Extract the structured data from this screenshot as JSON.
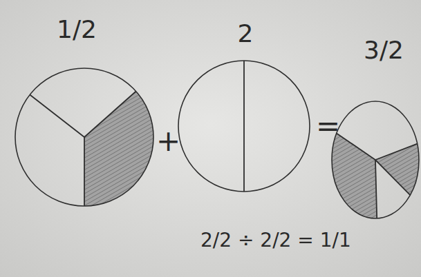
{
  "diagram": {
    "nodes": [
      {
        "text": [
          "1/2"
        ]
      },
      {
        "text": [
          "2"
        ]
      },
      {
        "text": [
          "3/2"
        ]
      }
    ],
    "labels": [
      "+",
      "=",
      "2/2 ÷ 2/2 = 1/1"
    ]
  }
}
